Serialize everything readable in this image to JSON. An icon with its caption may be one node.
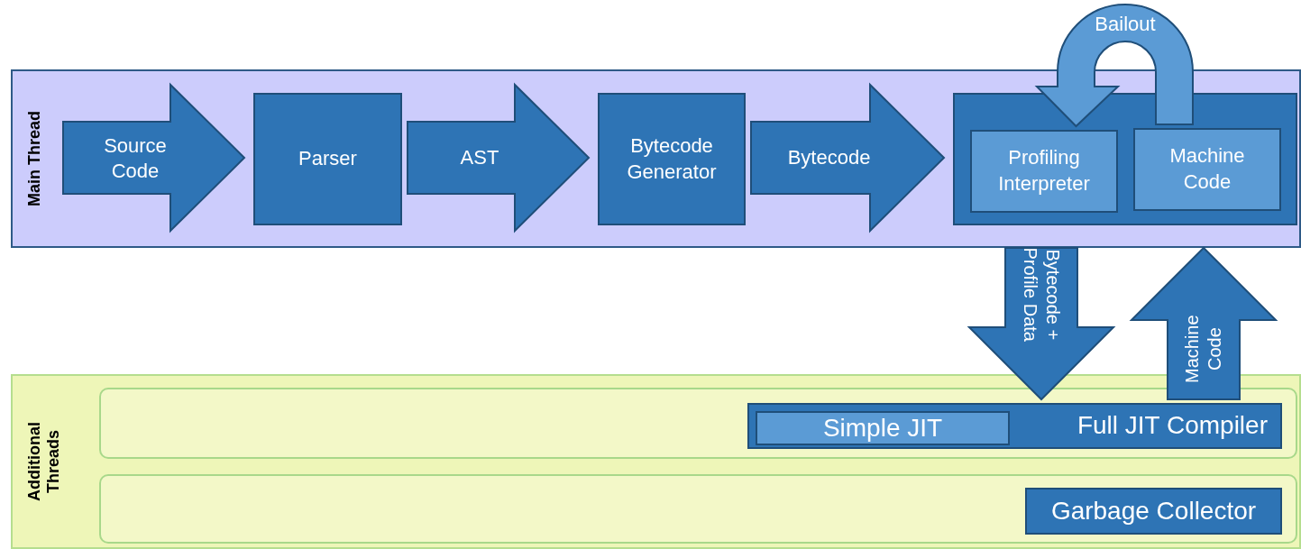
{
  "diagram": {
    "nodes": [
      {
        "text": [
          "Main Thread"
        ]
      },
      {
        "text": [
          "Parser"
        ],
        "in": 0
      },
      {
        "text": [
          "Bytecode Generator"
        ],
        "in": 0
      },
      {
        "text": [],
        "shape": "box",
        "in": 0
      },
      {
        "text": [
          "Profiling Interpreter"
        ],
        "in": 3
      },
      {
        "text": [
          "Machine Code"
        ],
        "in": 3
      },
      {
        "text": [
          "Additional Threads"
        ]
      },
      {
        "text": [],
        "shape": "box",
        "in": 6
      },
      {
        "text": [
          "Full JIT Compiler"
        ],
        "in": 7
      },
      {
        "text": [
          "Simple JIT"
        ],
        "in": 8
      },
      {
        "text": [],
        "shape": "box",
        "in": 6
      },
      {
        "text": [
          "Garbage Collector"
        ],
        "in": 10
      }
    ],
    "edges": [
      {
        "from": null,
        "to": 1,
        "arrow": "to",
        "label": "Source Code"
      },
      {
        "from": 1,
        "to": 2,
        "arrow": "to",
        "label": "AST"
      },
      {
        "from": 2,
        "to": 3,
        "arrow": "to",
        "label": "Bytecode"
      },
      {
        "from": 5,
        "to": 4,
        "arrow": "to",
        "label": "Bailout",
        "color": "#5b9bd5"
      },
      {
        "from": 0,
        "to": 8,
        "arrow": "to",
        "label": "Bytecode + Profile Data"
      },
      {
        "from": 8,
        "to": 0,
        "arrow": "to",
        "label": "Machine Code"
      }
    ]
  }
}
